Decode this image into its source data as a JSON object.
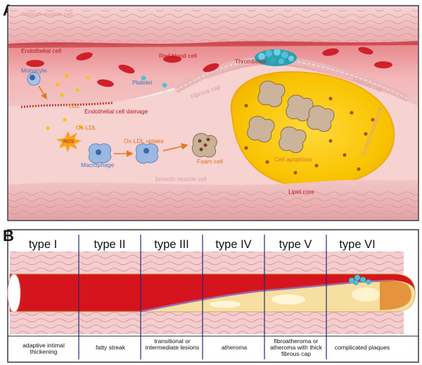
{
  "panelA": {
    "letter": "A",
    "labels": {
      "smooth_muscle_top": "Smooth muscle cell",
      "endothelial_cell": "Endothelial cell",
      "red_blood_cell": "Red blood cell",
      "thrombosis": "Thrombosis",
      "monocyte": "Monocyte",
      "platelet": "Platelet",
      "fibrous_cap_left": "Fibrous cap",
      "fibrous_cap_right": "Fibrous cap",
      "ldl": "LDL",
      "endothelial_damage": "Endothelial cell damage",
      "ox_ldl": "Ox-LDL",
      "ros": "ROS",
      "ox_ldl_uptake": "Ox-LDL uptake",
      "macrophage": "Macrophage",
      "foam_cell": "Foam cell",
      "cell_apoptosis": "Cell apoptosis",
      "smooth_muscle_mid": "Smooth muscle cell",
      "smooth_muscle_right": "Smooth muscle cell",
      "lipid_core": "Lipid core"
    },
    "colors": {
      "vessel_wall": "#f2c9c9",
      "lumen": "#f4c0c0",
      "red_blood_cell": "#d0202a",
      "lipid_core": "#f7c500",
      "thrombus": "#3fb7c9",
      "label_red": "#b8161e",
      "label_blue": "#3a78c0",
      "label_orange": "#e0731e",
      "label_pink": "#d99aa4"
    }
  },
  "panelB": {
    "letter": "B",
    "types": [
      {
        "label": "type I",
        "caption": "adaptive intimal thickening"
      },
      {
        "label": "type II",
        "caption": "fatty streak"
      },
      {
        "label": "type III",
        "caption": "transitional or intermediate lesions"
      },
      {
        "label": "type IV",
        "caption": "atheroma"
      },
      {
        "label": "type V",
        "caption": "fibroatheroma or atheroma with thick fibrous cap"
      },
      {
        "label": "type VI",
        "caption": "complicated plaques"
      }
    ],
    "colors": {
      "blood": "#d6141e",
      "divider": "#1f2a7a",
      "lipid": "#f6dfa0",
      "thrombus": "#3fb7c9"
    }
  }
}
